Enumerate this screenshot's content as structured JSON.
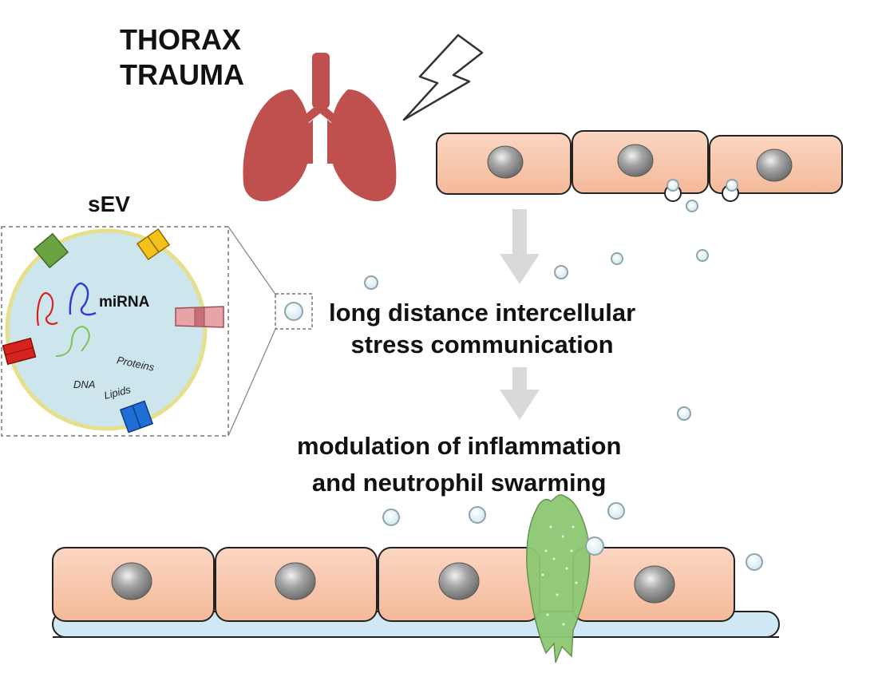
{
  "title": {
    "line1": "THORAX",
    "line2": "TRAUMA"
  },
  "sev": {
    "label": "sEV",
    "components": {
      "mirna": "miRNA",
      "dna": "DNA",
      "proteins": "Proteins",
      "lipids": "Lipids"
    }
  },
  "steps": {
    "step1_line1": "long distance intercellular",
    "step1_line2": "stress communication",
    "step2_line1": "modulation of inflammation",
    "step2_line2": "and neutrophil swarming"
  },
  "colors": {
    "lung": "#c0504d",
    "cell_fill": "#f7c4a8",
    "cell_border": "#222222",
    "nucleus": "#8c8c8c",
    "vesicle_fill": "#dceff5",
    "vesicle_border": "#9aa9b0",
    "sev_fill": "#cde6ee",
    "sev_border": "#e6df8c",
    "neutrophil": "#8dc873",
    "arrow": "#d9d9d9",
    "basement": "#cfe8f3"
  },
  "icons": {
    "lightning": "lightning-bolt-icon",
    "lungs": "lungs-icon",
    "arrow_down": "arrow-down-icon"
  }
}
